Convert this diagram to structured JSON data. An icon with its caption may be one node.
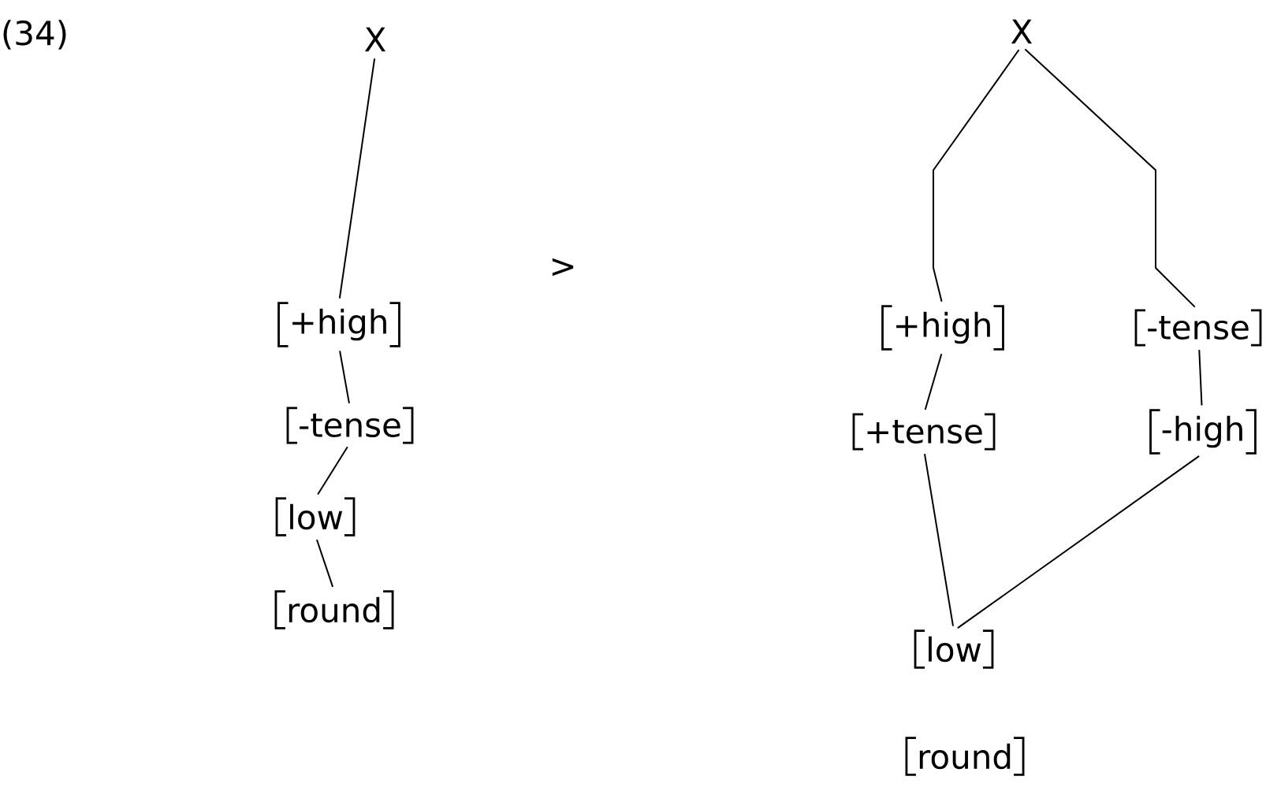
{
  "diagram": {
    "nodes": [
      {
        "text": [
          "X"
        ]
      },
      {
        "text": [
          "+high"
        ]
      },
      {
        "text": [
          "-tense"
        ]
      },
      {
        "text": [
          "low"
        ]
      },
      {
        "text": [
          "round"
        ]
      },
      {
        "text": [
          "X"
        ]
      },
      {
        "text": [
          "+high"
        ]
      },
      {
        "text": [
          "-tense"
        ]
      },
      {
        "text": [
          "+tense"
        ]
      },
      {
        "text": [
          "-high"
        ]
      },
      {
        "text": [
          "low"
        ]
      },
      {
        "text": [
          "round"
        ]
      }
    ],
    "edges": [
      {
        "from": 0,
        "to": 1,
        "arrow": "none"
      },
      {
        "from": 1,
        "to": 2,
        "arrow": "none"
      },
      {
        "from": 2,
        "to": 3,
        "arrow": "none"
      },
      {
        "from": 3,
        "to": 4,
        "arrow": "none"
      },
      {
        "from": 5,
        "to": 6,
        "arrow": "none"
      },
      {
        "from": 5,
        "to": 7,
        "arrow": "none"
      },
      {
        "from": 6,
        "to": 8,
        "arrow": "none"
      },
      {
        "from": 7,
        "to": 9,
        "arrow": "none"
      },
      {
        "from": 8,
        "to": 10,
        "arrow": "none"
      },
      {
        "from": 9,
        "to": 10,
        "arrow": "none"
      }
    ],
    "labels": [
      "(34)",
      ">"
    ]
  }
}
